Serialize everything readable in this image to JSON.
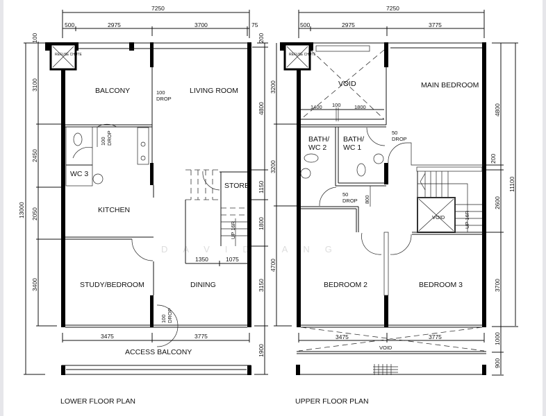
{
  "watermark": "DAVID ANG",
  "lower": {
    "title": "LOWER FLOOR PLAN",
    "rooms": {
      "balcony": "BALCONY",
      "living": "LIVING ROOM",
      "wc3": "WC 3",
      "kitchen": "KITCHEN",
      "store": "STORE",
      "study": "STUDY/BEDROOM",
      "dining": "DINING",
      "access": "ACCESS BALCONY",
      "chute": "REFUSE CHUTE"
    },
    "notes": {
      "drop_a": "100",
      "drop_a2": "DROP",
      "drop_b": "100",
      "drop_b2": "DROP",
      "drop_c": "100",
      "drop_c2": "DROP",
      "stair": "UP 16R"
    },
    "dims_top": {
      "total": "7250",
      "d1": "500",
      "d2": "2975",
      "d3": "3700",
      "d4": "75"
    },
    "dims_left": {
      "total": "13000",
      "top": "100",
      "d1": "3100",
      "d2": "2450",
      "d3": "2050",
      "d4": "3400"
    },
    "dims_right": {
      "d0": "200",
      "d1": "4800",
      "d2": "1150",
      "d3": "1800",
      "d4": "3150",
      "d5": "1900"
    },
    "dims_stair": {
      "a": "1350",
      "b": "1075"
    },
    "dims_bottom": {
      "a": "3475",
      "b": "3775"
    }
  },
  "upper": {
    "title": "UPPER FLOOR PLAN",
    "rooms": {
      "void_top": "VOID",
      "main": "MAIN BEDROOM",
      "bath2a": "BATH/",
      "bath2b": "WC 2",
      "bath1a": "BATH/",
      "bath1b": "WC 1",
      "void_stair": "VOID",
      "bed2": "BEDROOM 2",
      "bed3": "BEDROOM 3",
      "void_bottom": "VOID",
      "chute": "REFUSE CHUTE"
    },
    "notes": {
      "drop_a": "50",
      "drop_a2": "DROP",
      "drop_b": "50",
      "drop_b2": "DROP",
      "d800": "800",
      "stair": "UP 16R"
    },
    "dims_void": {
      "a": "1400",
      "b": "100",
      "c": "1800"
    },
    "dims_top": {
      "total": "7250",
      "d1": "500",
      "d2": "2975",
      "d3": "3775"
    },
    "dims_left": {
      "d1": "3200",
      "d2": "3200",
      "d3": "4700"
    },
    "dims_right": {
      "d1": "4800",
      "d2": "200",
      "d3": "2600",
      "d4": "3700",
      "d5": "1000",
      "d6": "900",
      "total": "11100"
    },
    "dims_bottom": {
      "a": "3475",
      "b": "3775"
    }
  }
}
